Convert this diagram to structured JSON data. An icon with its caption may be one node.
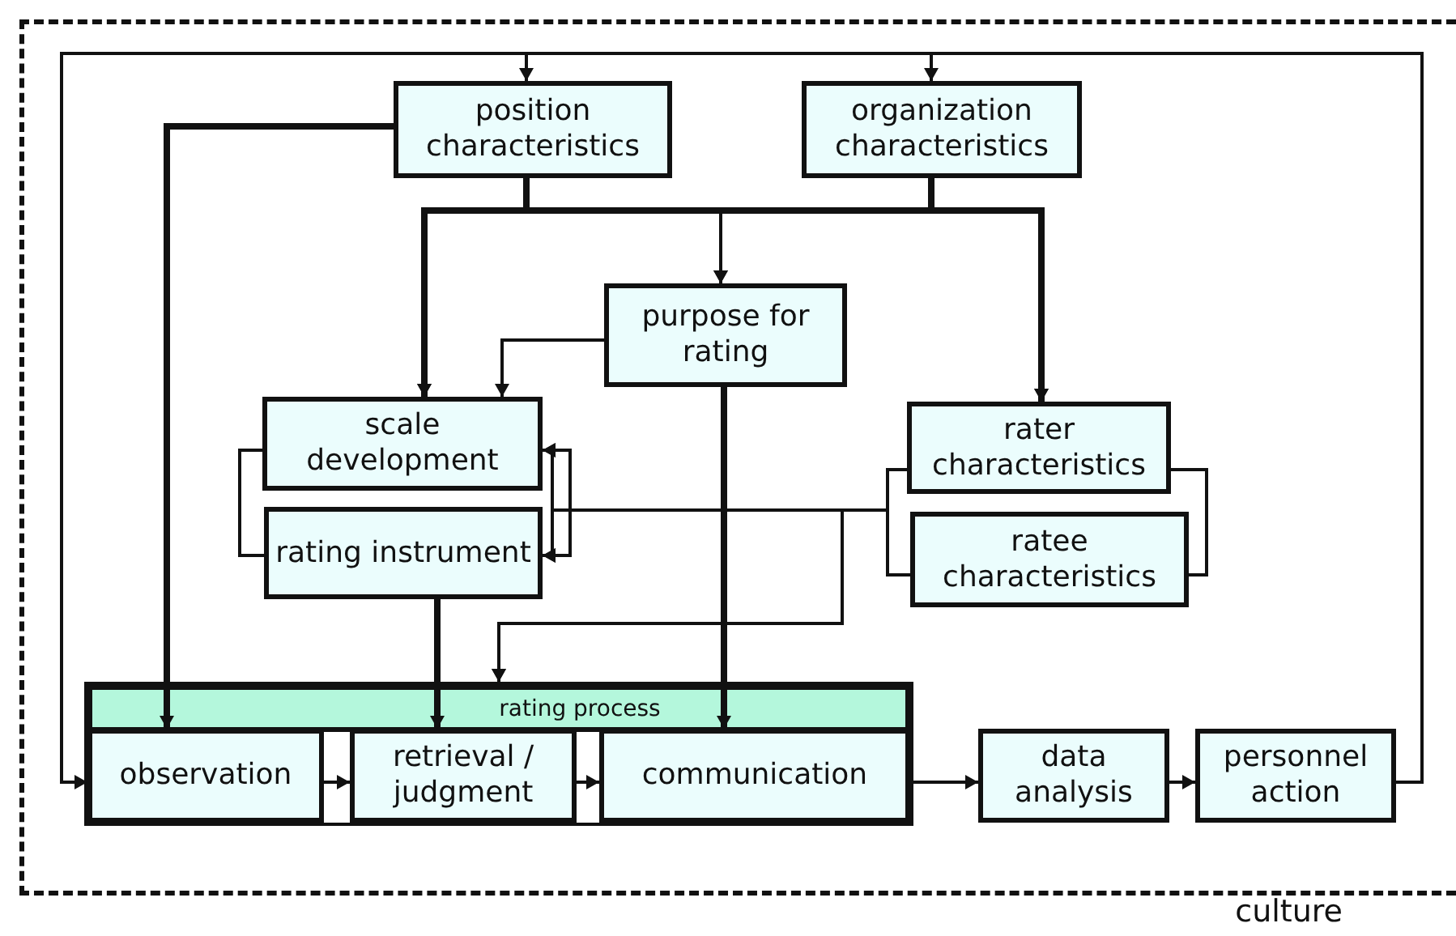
{
  "diagram": {
    "nodes": [
      {
        "text": [
          "culture"
        ]
      },
      {
        "text": [
          "position characteristics"
        ],
        "in": 0
      },
      {
        "text": [
          "organization characteristics"
        ],
        "in": 0
      },
      {
        "text": [
          "purpose for rating"
        ],
        "in": 0
      },
      {
        "text": [
          "scale development"
        ],
        "in": 0
      },
      {
        "text": [
          "rating instrument"
        ],
        "in": 0
      },
      {
        "text": [
          "rater characteristics"
        ],
        "in": 0
      },
      {
        "text": [
          "ratee characteristics"
        ],
        "in": 0
      },
      {
        "text": [
          "rating process"
        ],
        "in": 0
      },
      {
        "text": [
          "observation"
        ],
        "in": 8
      },
      {
        "text": [
          "retrieval / judgment"
        ],
        "in": 8
      },
      {
        "text": [
          "communication"
        ],
        "in": 8
      },
      {
        "text": [
          "data analysis"
        ],
        "in": 0
      },
      {
        "text": [
          "personnel action"
        ],
        "in": 0
      }
    ],
    "edges": [
      {
        "from": 13,
        "to": 1,
        "arrow": "to"
      },
      {
        "from": 13,
        "to": 2,
        "arrow": "to"
      },
      {
        "from": 13,
        "to": 9,
        "arrow": "to"
      },
      {
        "from": 1,
        "to": 4,
        "arrow": "to",
        "style": "thick"
      },
      {
        "from": 1,
        "to": 3,
        "arrow": "to"
      },
      {
        "from": 1,
        "to": 6,
        "arrow": "to",
        "style": "thick"
      },
      {
        "from": 2,
        "to": 4,
        "arrow": "to",
        "style": "thick"
      },
      {
        "from": 2,
        "to": 3,
        "arrow": "to"
      },
      {
        "from": 2,
        "to": 6,
        "arrow": "to",
        "style": "thick"
      },
      {
        "from": 3,
        "to": 4,
        "arrow": "to"
      },
      {
        "from": 3,
        "to": 11,
        "arrow": "to",
        "style": "thick"
      },
      {
        "from": 1,
        "to": 9,
        "arrow": "to",
        "style": "thick"
      },
      {
        "from": 5,
        "to": 10,
        "arrow": "to",
        "style": "thick"
      },
      {
        "from": 6,
        "to": 4,
        "arrow": "to"
      },
      {
        "from": 6,
        "to": 5,
        "arrow": "to"
      },
      {
        "from": 7,
        "to": 4,
        "arrow": "to"
      },
      {
        "from": 7,
        "to": 5,
        "arrow": "to"
      },
      {
        "from": 6,
        "to": 8,
        "arrow": "to"
      },
      {
        "from": 7,
        "to": 8,
        "arrow": "to"
      },
      {
        "from": 9,
        "to": 10,
        "arrow": "to"
      },
      {
        "from": 10,
        "to": 11,
        "arrow": "to"
      },
      {
        "from": 11,
        "to": 12,
        "arrow": "to"
      },
      {
        "from": 12,
        "to": 13,
        "arrow": "to"
      },
      {
        "from": 4,
        "to": 5,
        "arrow": "none"
      },
      {
        "from": 4,
        "to": 5,
        "arrow": "none"
      },
      {
        "from": 6,
        "to": 7,
        "arrow": "none"
      },
      {
        "from": 6,
        "to": 7,
        "arrow": "none"
      }
    ]
  }
}
